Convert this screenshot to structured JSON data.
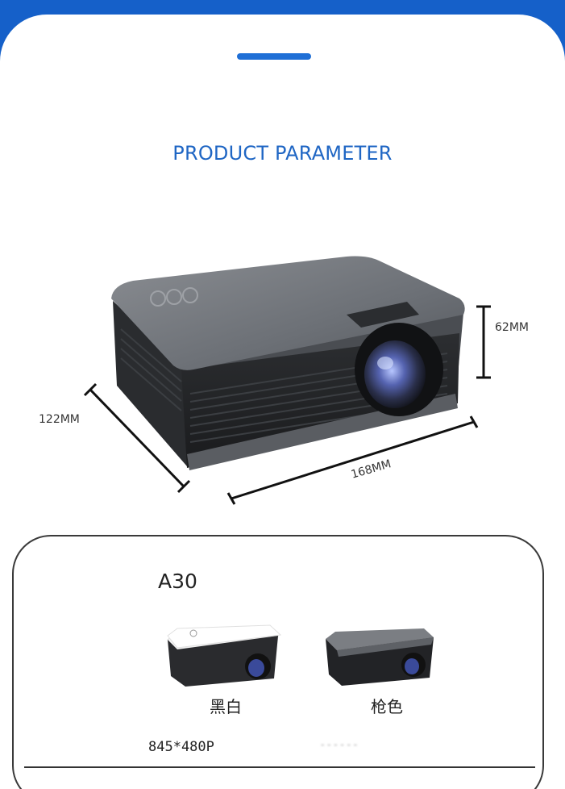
{
  "header": {
    "title": "PRODUCT PARAMETER"
  },
  "dimensions": {
    "height": "62MM",
    "depth": "122MM",
    "width": "168MM"
  },
  "comparison": {
    "model": "A30",
    "variants": [
      {
        "label": "黑白",
        "body_color": "#f2f2f2"
      },
      {
        "label": "枪色",
        "body_color": "#6a6a6a"
      }
    ],
    "resolution": "845*480P",
    "resolution_secondary": "- - - - - -"
  },
  "colors": {
    "brand_blue": "#1560c9",
    "title_blue": "#1f66c4"
  }
}
